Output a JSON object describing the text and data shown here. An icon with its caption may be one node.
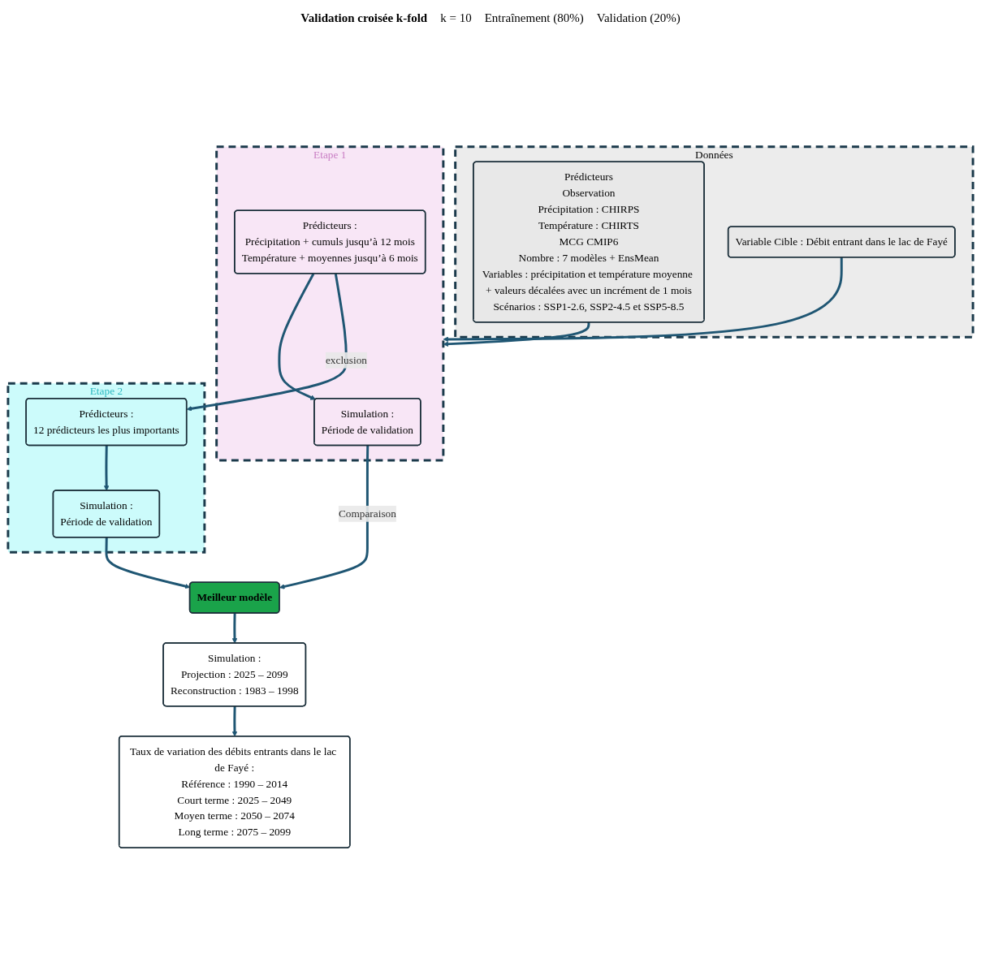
{
  "diagram": {
    "nodes": [
      {
        "text": [
          "Données"
        ]
      },
      {
        "text": [
          "Prédicteurs",
          "Observation",
          "Précipitation : CHIRPS",
          "Température : CHIRTS",
          "MCG CMIP6",
          "Nombre : 7 modèles + EnsMean",
          "Variables : précipitation et température moyenne + valeurs décalées avec un incrément de 1 mois",
          "Scénarios : SSP1-2.6, SSP2-4.5 et SSP5-8.5"
        ],
        "in": 0
      },
      {
        "text": [
          "Variable Cible : Débit entrant dans le lac de Fayé"
        ],
        "in": 0
      },
      {
        "text": [
          "Etape 1"
        ]
      },
      {
        "text": [
          "Simulation :",
          "Période de validation"
        ],
        "in": 3
      },
      {
        "text": [
          "Prédicteurs :",
          "Précipitation + cumuls jusqu’à 12 mois",
          "Température + moyennes jusqu’à 6 mois"
        ],
        "in": 3
      },
      {
        "text": [
          "Meilleur modèle"
        ]
      },
      {
        "text": [
          "Etape 2"
        ]
      },
      {
        "text": [
          "Simulation :",
          "Période de validation"
        ],
        "in": 7
      },
      {
        "text": [
          "Prédicteurs :",
          "12 prédicteurs les plus importants"
        ],
        "in": 7
      },
      {
        "text": [
          "Simulation :",
          "Projection : 2025 – 2099",
          "Reconstruction : 1983 – 1998"
        ]
      },
      {
        "text": [
          "Taux de variation des débits entrants dans le lac de Fayé :",
          "Référence : 1990 – 2014",
          "Court terme : 2025 – 2049",
          "Moyen terme : 2050 – 2074",
          "Long terme : 2075 – 2099"
        ]
      }
    ],
    "edges": [
      {
        "from": 1,
        "to": 3,
        "arrow": "to"
      },
      {
        "from": 2,
        "to": 3,
        "arrow": "to"
      },
      {
        "from": 5,
        "to": 4,
        "arrow": "to"
      },
      {
        "from": 5,
        "to": 9,
        "label": "exclusion",
        "arrow": "to"
      },
      {
        "from": 9,
        "to": 8,
        "arrow": "to"
      },
      {
        "from": 4,
        "to": 6,
        "label": "Comparaison",
        "arrow": "to"
      },
      {
        "from": 8,
        "to": 6,
        "arrow": "to"
      },
      {
        "from": 6,
        "to": 10,
        "arrow": "to"
      },
      {
        "from": 10,
        "to": 11,
        "arrow": "to"
      }
    ],
    "labels": [
      "Validation croisée k-fold",
      "k = 10",
      "Entraînement (80%)",
      "Validation (20%)"
    ]
  }
}
